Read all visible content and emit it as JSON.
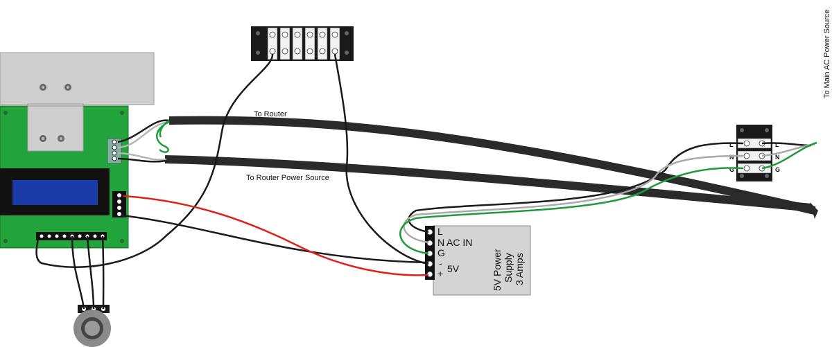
{
  "labels": {
    "to_router": "To Router",
    "to_router_power": "To Router Power Source",
    "to_main_ac": "To Main AC Power Source"
  },
  "power_supply": {
    "title_line1": "5V Power",
    "title_line2": "Supply",
    "title_line3": "3 Amps",
    "ac_in": "AC IN",
    "dc_out": "5V",
    "terminals": [
      "L",
      "N",
      "G",
      "-",
      "+"
    ]
  },
  "ac_terminal_block": {
    "left_labels": [
      "L",
      "N",
      "G"
    ],
    "right_labels": [
      "L",
      "N",
      "G"
    ]
  },
  "colors": {
    "cable": "#2a2a2a",
    "wire_black": "#1a1a1a",
    "wire_white": "#b5b5b5",
    "wire_green": "#1f9a3a",
    "wire_red": "#e0201b",
    "pcb": "#23a33b",
    "lcd": "#1a3aa8",
    "heatsink": "#cfcfcf",
    "psu_box": "#d4d4d4"
  }
}
